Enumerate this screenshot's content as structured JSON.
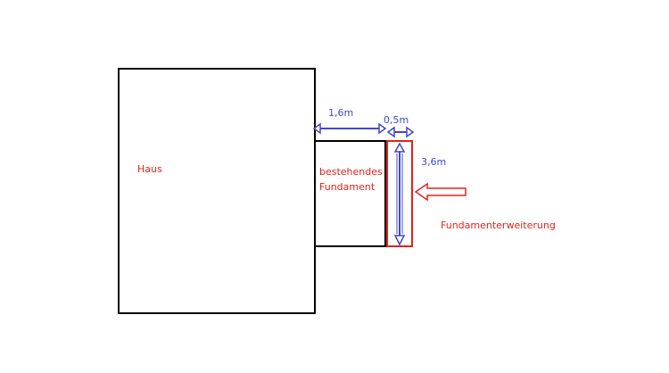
{
  "colors": {
    "outline": "#000000",
    "accent_red": "#e2231a",
    "dimension_blue": "#3f48cc",
    "background": "#ffffff"
  },
  "labels": {
    "house": "Haus",
    "existing_foundation_line1": "bestehendes",
    "existing_foundation_line2": "Fundament",
    "foundation_extension": "Fundamenterweiterung"
  },
  "dimensions": {
    "gap_width": "1,6m",
    "extension_width": "0,5m",
    "extension_length": "3,6m"
  }
}
